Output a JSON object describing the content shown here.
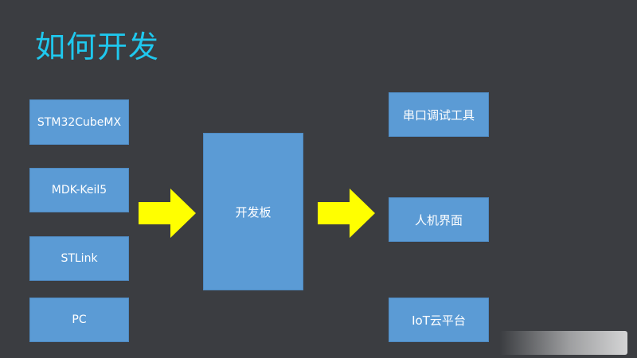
{
  "title": "如何开发",
  "tools": [
    {
      "label": "STM32CubeMX"
    },
    {
      "label": "MDK-Keil5"
    },
    {
      "label": "STLink"
    },
    {
      "label": "PC"
    }
  ],
  "board": {
    "label": "开发板"
  },
  "outputs": [
    {
      "label": "串口调试工具"
    },
    {
      "label": "人机界面"
    },
    {
      "label": "IoT云平台"
    }
  ],
  "colors": {
    "background": "#3b3d41",
    "title": "#1fc8ee",
    "box": "#5b9bd5",
    "arrow": "#ffff00"
  }
}
